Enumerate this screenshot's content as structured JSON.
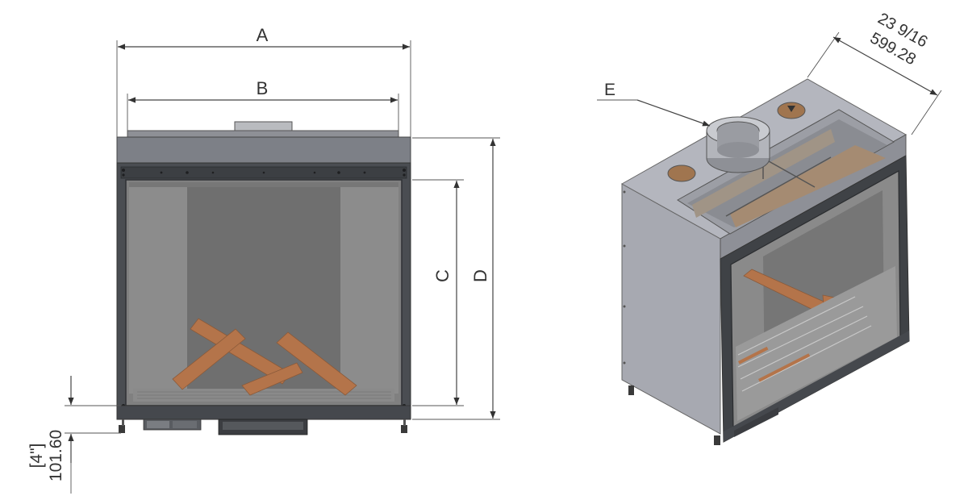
{
  "labels": {
    "a": "A",
    "b": "B",
    "c": "C",
    "d": "D",
    "e": "E",
    "offset_in": "[4\"]",
    "offset_mm": "101.60",
    "depth_in": "23 9/16",
    "depth_mm": "599.28"
  },
  "colors": {
    "frame": "#4a4d52",
    "glass": "#808080",
    "glass_light": "#8f8f8f",
    "body": "#a7a9b1",
    "body_top": "#b4b6be",
    "log": "#b4744a",
    "dim_line": "#444444"
  }
}
